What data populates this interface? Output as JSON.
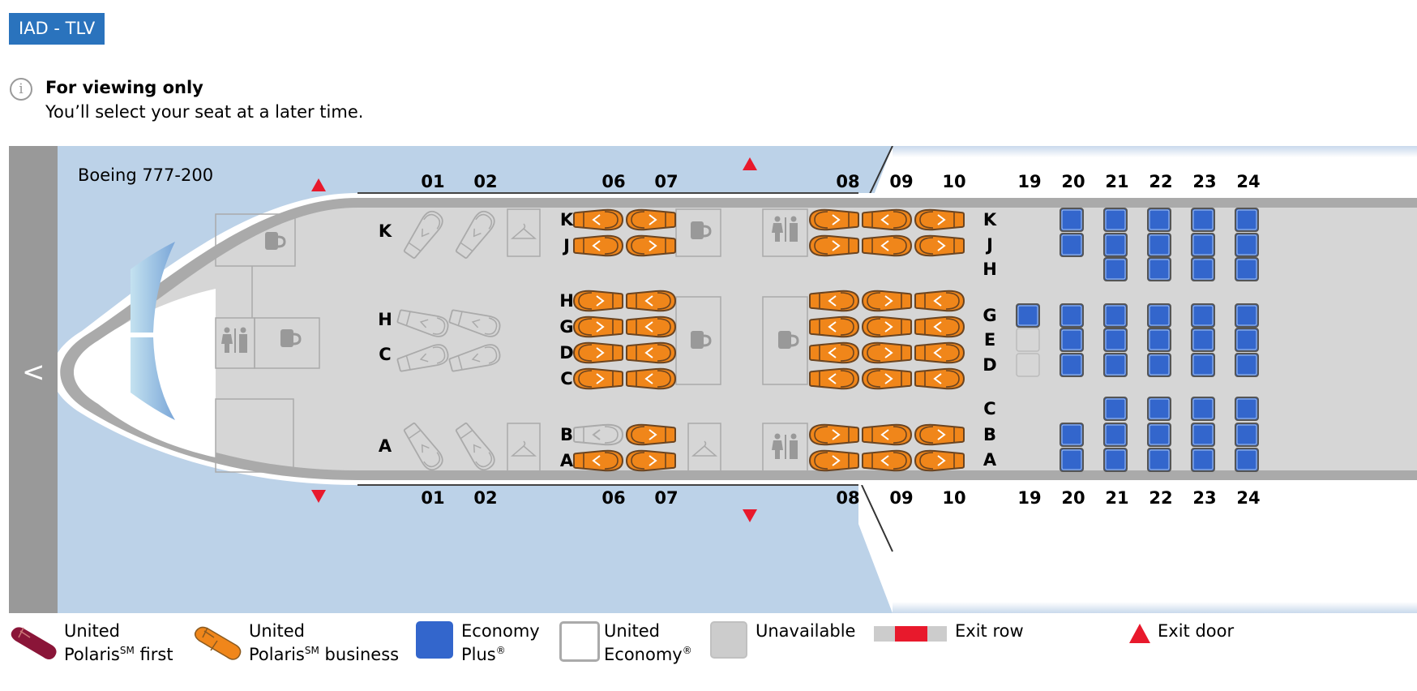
{
  "route": "IAD - TLV",
  "info": {
    "icon": "info-icon",
    "title": "For viewing only",
    "subtitle": "You’ll select your seat at a later time."
  },
  "aircraft": "Boeing 777-200",
  "nav": {
    "prev_icon": "chevron-left-icon",
    "prev_glyph": "<"
  },
  "rows_top": [
    "01",
    "02",
    "06",
    "07",
    "08",
    "09",
    "10",
    "19",
    "20",
    "21",
    "22",
    "23",
    "24"
  ],
  "rows_bottom": [
    "01",
    "02",
    "06",
    "07",
    "08",
    "09",
    "10",
    "19",
    "20",
    "21",
    "22",
    "23",
    "24"
  ],
  "first_class": {
    "row_letters": [
      "K",
      "H",
      "C",
      "A"
    ],
    "rows": [
      "01",
      "02"
    ],
    "status": "unavailable"
  },
  "business_front": {
    "row_letters": [
      "K",
      "J",
      "H",
      "G",
      "D",
      "C",
      "B",
      "A"
    ],
    "rows": [
      "06",
      "07"
    ],
    "seats": {
      "06": {
        "K": "business",
        "J": "business",
        "H": "business",
        "G": "business",
        "D": "business",
        "C": "business",
        "B": "unavailable",
        "A": "business"
      },
      "07": {
        "K": "business",
        "J": "business",
        "H": "business",
        "G": "business",
        "D": "business",
        "C": "business",
        "B": "business",
        "A": "business"
      }
    }
  },
  "business_rear": {
    "rows": [
      "08",
      "09",
      "10"
    ],
    "row_letters": [
      "K",
      "J",
      "G",
      "E",
      "D",
      "C",
      "B",
      "A"
    ],
    "status": "business"
  },
  "economy": {
    "row_letters": [
      "K",
      "J",
      "H",
      "G",
      "E",
      "D",
      "C",
      "B",
      "A"
    ],
    "rows": [
      "19",
      "20",
      "21",
      "22",
      "23",
      "24"
    ],
    "seats": {
      "19": {
        "K": null,
        "J": null,
        "H": null,
        "G": "economy_plus",
        "E": "unavailable",
        "D": "unavailable",
        "C": null,
        "B": null,
        "A": null
      },
      "20": {
        "K": "economy_plus",
        "J": "economy_plus",
        "H": null,
        "G": "economy_plus",
        "E": "economy_plus",
        "D": "economy_plus",
        "C": null,
        "B": "economy_plus",
        "A": "economy_plus"
      },
      "21": {
        "K": "economy_plus",
        "J": "economy_plus",
        "H": "economy_plus",
        "G": "economy_plus",
        "E": "economy_plus",
        "D": "economy_plus",
        "C": "economy_plus",
        "B": "economy_plus",
        "A": "economy_plus"
      },
      "22": {
        "K": "economy_plus",
        "J": "economy_plus",
        "H": "economy_plus",
        "G": "economy_plus",
        "E": "economy_plus",
        "D": "economy_plus",
        "C": "economy_plus",
        "B": "economy_plus",
        "A": "economy_plus"
      },
      "23": {
        "K": "economy_plus",
        "J": "economy_plus",
        "H": "economy_plus",
        "G": "economy_plus",
        "E": "economy_plus",
        "D": "economy_plus",
        "C": "economy_plus",
        "B": "economy_plus",
        "A": "economy_plus"
      },
      "24": {
        "K": "economy_plus",
        "J": "economy_plus",
        "H": "economy_plus",
        "G": "economy_plus",
        "E": "economy_plus",
        "D": "economy_plus",
        "C": "economy_plus",
        "B": "economy_plus",
        "A": "economy_plus"
      }
    }
  },
  "colors": {
    "route_tag": "#2a73bd",
    "business": "#f0861a",
    "first": "#8a1538",
    "economy_plus": "#3366cc",
    "exit": "#e8192c",
    "cabin": "#d6d6d6",
    "sky": "#bcd2e8"
  },
  "legend": [
    {
      "key": "first",
      "line1": "United",
      "line2_pre": "Polaris",
      "line2_sup": "SM",
      "line2_post": " first"
    },
    {
      "key": "business",
      "line1": "United",
      "line2_pre": "Polaris",
      "line2_sup": "SM",
      "line2_post": " business"
    },
    {
      "key": "economy_plus",
      "line1": "Economy",
      "line2_pre": "Plus",
      "line2_sup": "®",
      "line2_post": ""
    },
    {
      "key": "united_economy",
      "line1": "United",
      "line2_pre": "Economy",
      "line2_sup": "®",
      "line2_post": ""
    },
    {
      "key": "unavailable",
      "line1": "Unavailable"
    },
    {
      "key": "exit_row",
      "line1": "Exit row"
    },
    {
      "key": "exit_door",
      "line1": "Exit door"
    }
  ]
}
